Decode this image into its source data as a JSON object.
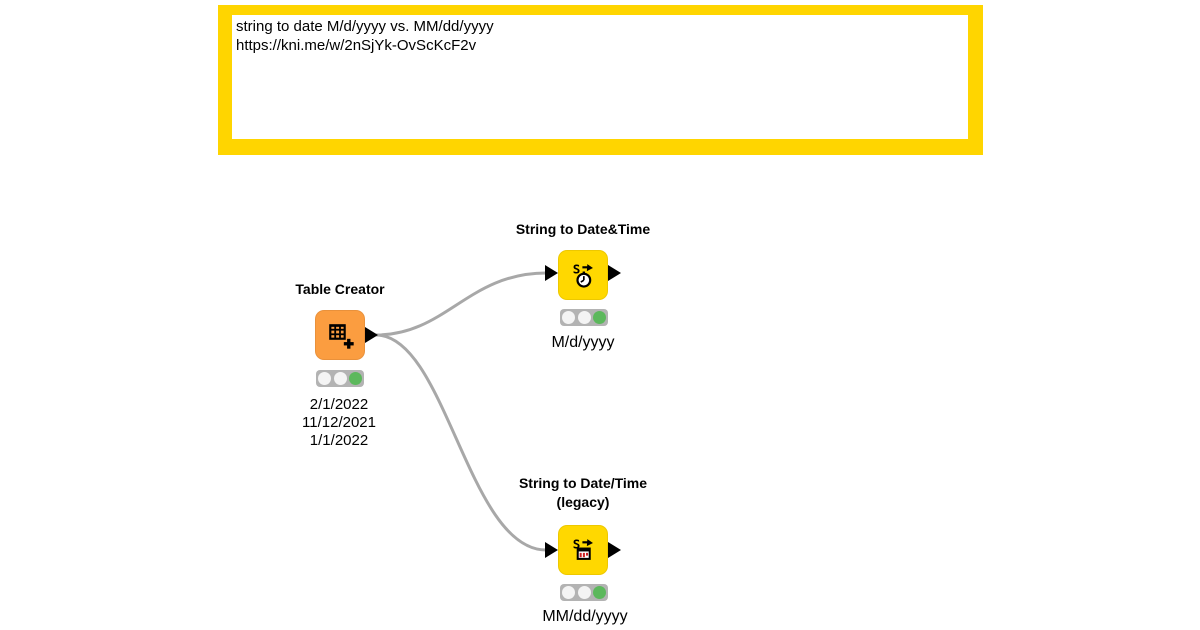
{
  "annotation": {
    "lines": [
      "string to date M/d/yyyy vs. MM/dd/yyyy",
      "https://kni.me/w/2nSjYk-OvScKcF2v"
    ],
    "border_color": "#ffd500"
  },
  "nodes": [
    {
      "label": "Table Creator",
      "icon": "table-plus-icon",
      "color": "#fb9d40",
      "status_lights": [
        "off",
        "off",
        "green"
      ],
      "comments": [
        "2/1/2022",
        "11/12/2021",
        "1/1/2022"
      ]
    },
    {
      "label": "String to Date&Time",
      "icon": "string-to-datetime-icon",
      "color": "#ffd800",
      "status_lights": [
        "off",
        "off",
        "green"
      ],
      "comment": "M/d/yyyy"
    },
    {
      "label": "String to Date/Time",
      "label2": "(legacy)",
      "icon": "string-to-datetime-legacy-icon",
      "color": "#ffd800",
      "status_lights": [
        "off",
        "off",
        "green"
      ],
      "comment": "MM/dd/yyyy"
    }
  ],
  "connections": [
    {
      "from": "Table Creator",
      "to": "String to Date&Time"
    },
    {
      "from": "Table Creator",
      "to": "String to Date/Time (legacy)"
    }
  ],
  "colors": {
    "connection": "#a8a8a8",
    "port": "#000000",
    "status_green": "#5cb85c",
    "node_orange": "#fb9d40",
    "node_yellow": "#ffd800",
    "annotation_border": "#ffd500"
  }
}
